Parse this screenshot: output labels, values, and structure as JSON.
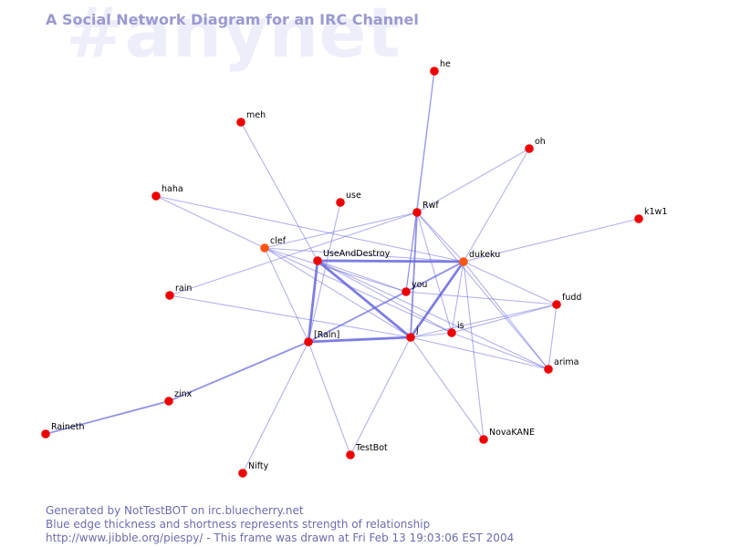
{
  "watermark": "#anynet",
  "title": "A Social Network Diagram for an IRC Channel",
  "footer": {
    "line1": "Generated by NotTestBOT on irc.bluecherry.net",
    "line2": "Blue edge thickness and shortness represents strength of relationship",
    "line3": "http://www.jibble.org/piespy/ - This frame was drawn at Fri Feb 13 19:03:06 EST 2004"
  },
  "colors": {
    "node": "#ee0000",
    "node_hub": "#ff5511",
    "edge": "#6666dd",
    "title": "#9a9ad0",
    "watermark": "#eeeefb",
    "footer": "#6c6cb0"
  },
  "nodes": [
    {
      "id": "he",
      "label": "he",
      "hub": false
    },
    {
      "id": "meh",
      "label": "meh",
      "hub": false
    },
    {
      "id": "oh",
      "label": "oh",
      "hub": false
    },
    {
      "id": "haha",
      "label": "haha",
      "hub": false
    },
    {
      "id": "use",
      "label": "use",
      "hub": false
    },
    {
      "id": "Rwf",
      "label": "Rwf",
      "hub": false
    },
    {
      "id": "k1w1",
      "label": "k1w1",
      "hub": false
    },
    {
      "id": "clef",
      "label": "clef",
      "hub": true
    },
    {
      "id": "UseAndDestroy",
      "label": "UseAndDestroy",
      "hub": false
    },
    {
      "id": "dukeku",
      "label": "dukeku",
      "hub": true
    },
    {
      "id": "rain",
      "label": "rain",
      "hub": false
    },
    {
      "id": "you",
      "label": "you",
      "hub": false
    },
    {
      "id": "fudd",
      "label": "fudd",
      "hub": false
    },
    {
      "id": "Rain",
      "label": "[Rain]",
      "hub": false
    },
    {
      "id": "j",
      "label": "j",
      "hub": false
    },
    {
      "id": "is",
      "label": "is",
      "hub": false
    },
    {
      "id": "arima",
      "label": "arima",
      "hub": false
    },
    {
      "id": "zinx",
      "label": "zinx",
      "hub": false
    },
    {
      "id": "Raineth",
      "label": "Raineth",
      "hub": false
    },
    {
      "id": "TestBot",
      "label": "TestBot",
      "hub": false
    },
    {
      "id": "NovaKANE",
      "label": "NovaKANE",
      "hub": false
    },
    {
      "id": "Nifty",
      "label": "Nifty",
      "hub": false
    }
  ],
  "edges": [
    {
      "from": "UseAndDestroy",
      "to": "dukeku",
      "strength": 3
    },
    {
      "from": "UseAndDestroy",
      "to": "Rain",
      "strength": 3
    },
    {
      "from": "UseAndDestroy",
      "to": "j",
      "strength": 3
    },
    {
      "from": "Rain",
      "to": "j",
      "strength": 3
    },
    {
      "from": "dukeku",
      "to": "j",
      "strength": 3
    },
    {
      "from": "Rain",
      "to": "you",
      "strength": 2
    },
    {
      "from": "you",
      "to": "dukeku",
      "strength": 2
    },
    {
      "from": "Rain",
      "to": "zinx",
      "strength": 2
    },
    {
      "from": "zinx",
      "to": "Raineth",
      "strength": 2
    },
    {
      "from": "Rwf",
      "to": "j",
      "strength": 2
    },
    {
      "from": "Rwf",
      "to": "you",
      "strength": 1
    },
    {
      "from": "Rwf",
      "to": "is",
      "strength": 1
    },
    {
      "from": "Rwf",
      "to": "dukeku",
      "strength": 1
    },
    {
      "from": "Rwf",
      "to": "clef",
      "strength": 1
    },
    {
      "from": "Rwf",
      "to": "oh",
      "strength": 1
    },
    {
      "from": "Rwf",
      "to": "arima",
      "strength": 1
    },
    {
      "from": "he",
      "to": "Rwf",
      "strength": 1
    },
    {
      "from": "he",
      "to": "you",
      "strength": 1
    },
    {
      "from": "meh",
      "to": "UseAndDestroy",
      "strength": 1
    },
    {
      "from": "oh",
      "to": "dukeku",
      "strength": 1
    },
    {
      "from": "haha",
      "to": "dukeku",
      "strength": 1
    },
    {
      "from": "haha",
      "to": "clef",
      "strength": 1
    },
    {
      "from": "use",
      "to": "Rain",
      "strength": 1
    },
    {
      "from": "k1w1",
      "to": "dukeku",
      "strength": 1
    },
    {
      "from": "clef",
      "to": "Rain",
      "strength": 1
    },
    {
      "from": "clef",
      "to": "j",
      "strength": 1
    },
    {
      "from": "clef",
      "to": "you",
      "strength": 1
    },
    {
      "from": "clef",
      "to": "is",
      "strength": 1
    },
    {
      "from": "clef",
      "to": "dukeku",
      "strength": 1
    },
    {
      "from": "rain",
      "to": "Rwf",
      "strength": 1
    },
    {
      "from": "rain",
      "to": "j",
      "strength": 1
    },
    {
      "from": "UseAndDestroy",
      "to": "is",
      "strength": 1
    },
    {
      "from": "UseAndDestroy",
      "to": "you",
      "strength": 1
    },
    {
      "from": "UseAndDestroy",
      "to": "arima",
      "strength": 1
    },
    {
      "from": "dukeku",
      "to": "is",
      "strength": 1
    },
    {
      "from": "dukeku",
      "to": "arima",
      "strength": 1
    },
    {
      "from": "dukeku",
      "to": "fudd",
      "strength": 1
    },
    {
      "from": "dukeku",
      "to": "NovaKANE",
      "strength": 1
    },
    {
      "from": "you",
      "to": "fudd",
      "strength": 1
    },
    {
      "from": "j",
      "to": "is",
      "strength": 1
    },
    {
      "from": "j",
      "to": "arima",
      "strength": 1
    },
    {
      "from": "j",
      "to": "NovaKANE",
      "strength": 1
    },
    {
      "from": "j",
      "to": "TestBot",
      "strength": 1
    },
    {
      "from": "j",
      "to": "fudd",
      "strength": 1
    },
    {
      "from": "is",
      "to": "fudd",
      "strength": 1
    },
    {
      "from": "is",
      "to": "arima",
      "strength": 1
    },
    {
      "from": "fudd",
      "to": "arima",
      "strength": 1
    },
    {
      "from": "Rain",
      "to": "TestBot",
      "strength": 1
    },
    {
      "from": "Rain",
      "to": "Nifty",
      "strength": 1
    }
  ]
}
